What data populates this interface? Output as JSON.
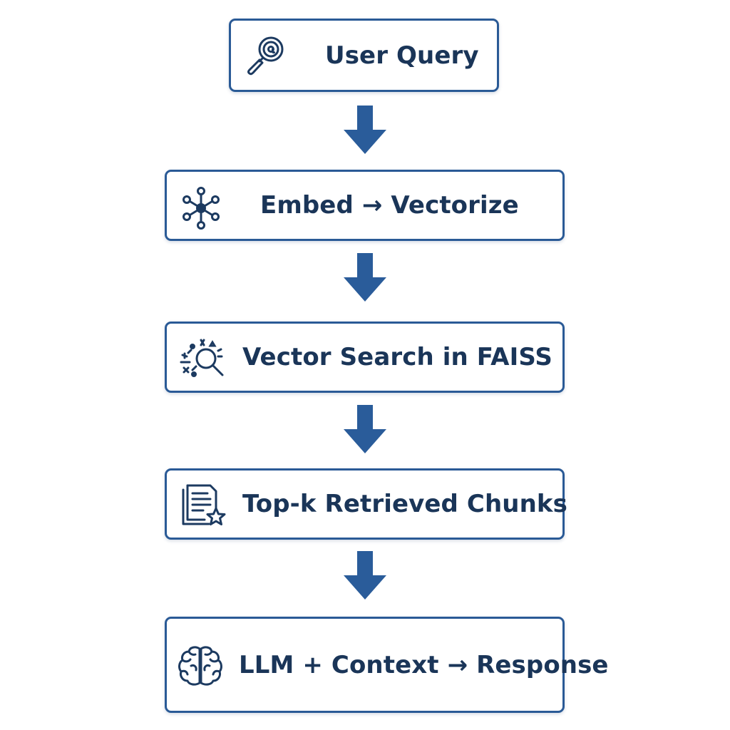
{
  "steps": [
    {
      "label": "User Query",
      "icon": "magnifier-icon"
    },
    {
      "label": "Embed → Vectorize",
      "icon": "network-nodes-icon"
    },
    {
      "label": "Vector Search in FAISS",
      "icon": "vector-search-icon"
    },
    {
      "label": "Top-k Retrieved Chunks",
      "icon": "documents-star-icon"
    },
    {
      "label": "LLM + Context → Response",
      "icon": "brain-icon"
    }
  ],
  "colors": {
    "border": "#2a5a96",
    "text": "#1a3558",
    "arrow": "#2a5c9a",
    "icon": "#1c3a60"
  }
}
